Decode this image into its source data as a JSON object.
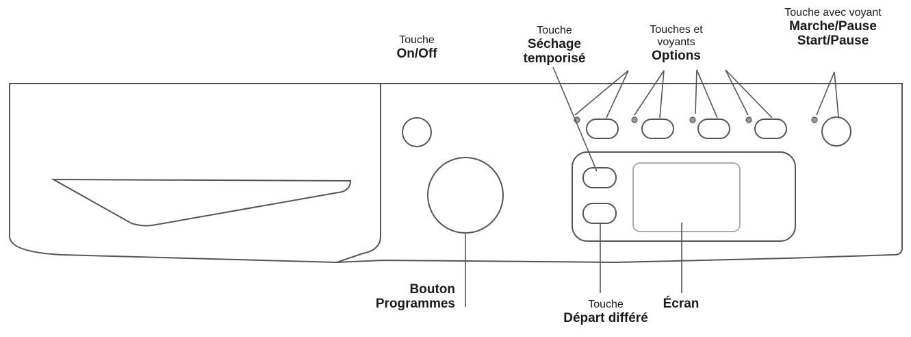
{
  "labels": {
    "on_off": {
      "small": "Touche",
      "bold": "On/Off"
    },
    "sechage": {
      "small": "Touche",
      "bold1": "Séchage",
      "bold2": "temporisé"
    },
    "options": {
      "small1": "Touches et",
      "small2": "voyants",
      "bold": "Options"
    },
    "marche": {
      "small": "Touche avec voyant",
      "bold1": "Marche/Pause",
      "bold2": "Start/Pause"
    },
    "bouton": {
      "bold1": "Bouton",
      "bold2": "Programmes"
    },
    "depart": {
      "small": "Touche",
      "bold": "Départ différé"
    },
    "ecran": {
      "bold": "Écran"
    }
  },
  "colors": {
    "stroke": "#555555",
    "text": "#1a1a1a",
    "led": "#9a9a9a"
  }
}
